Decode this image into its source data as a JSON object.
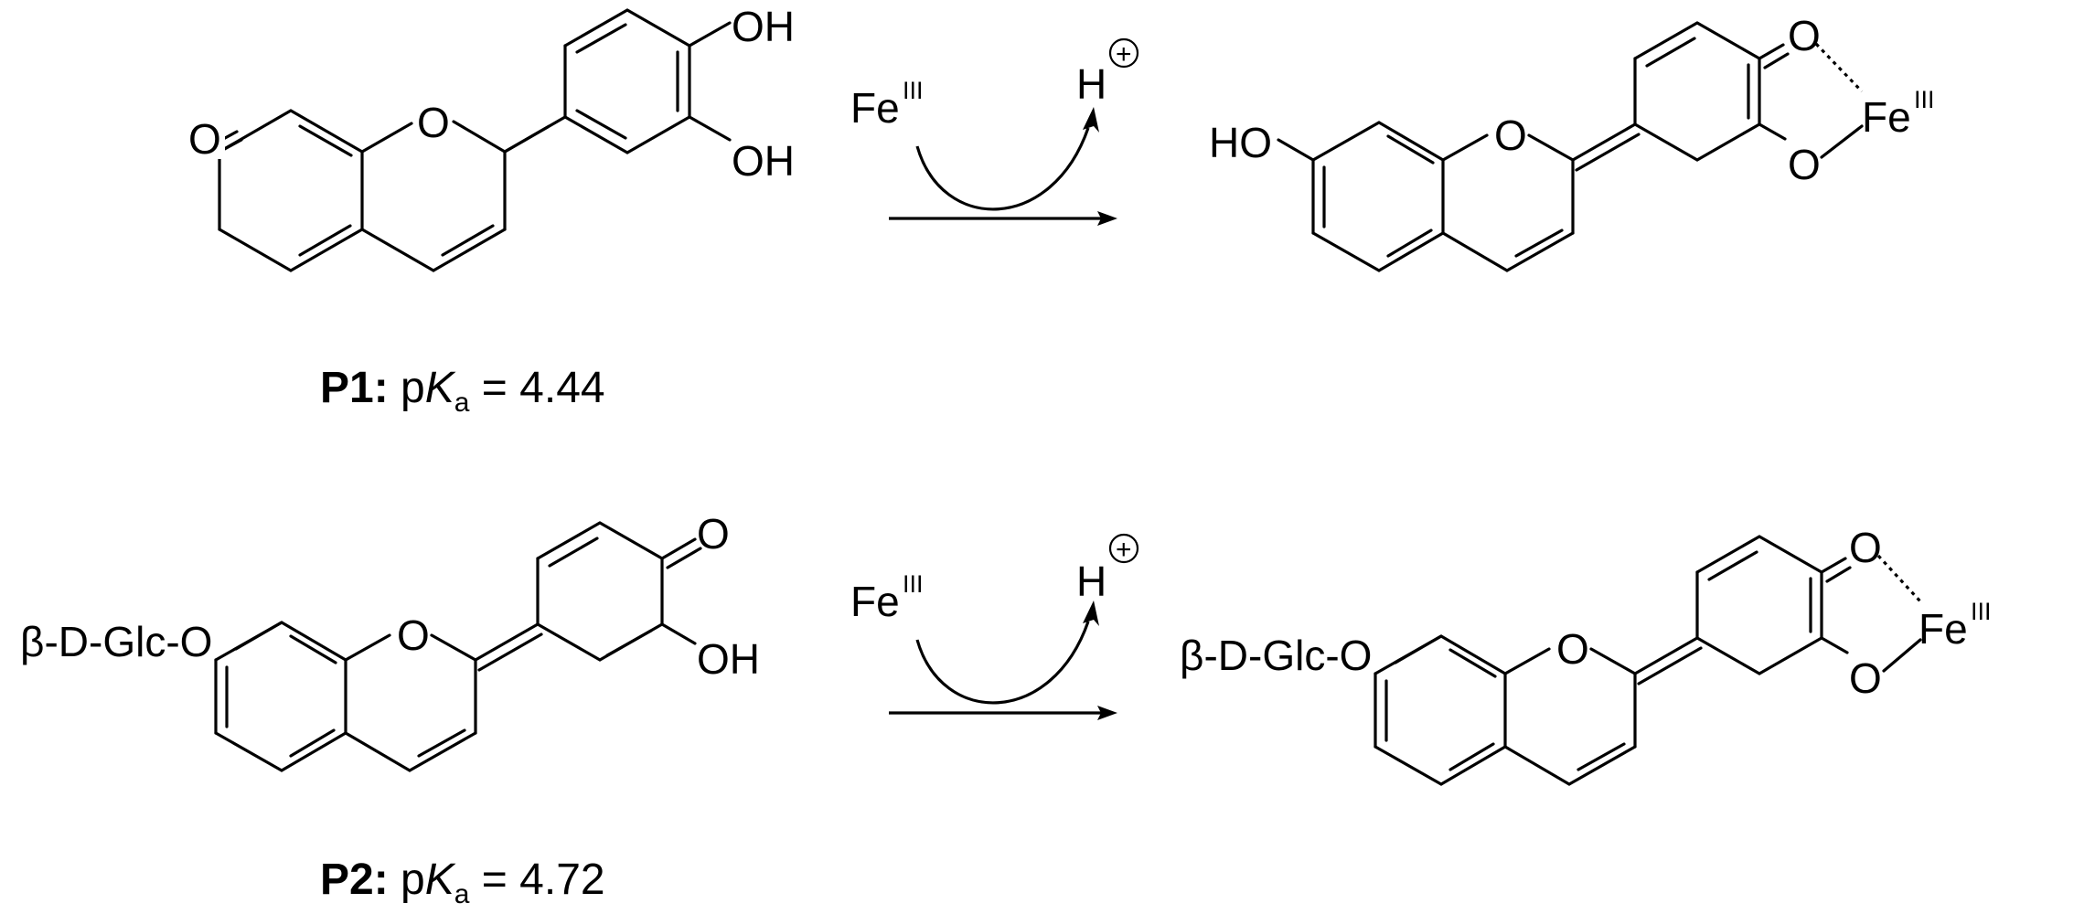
{
  "labels": {
    "O": "O",
    "OH": "OH",
    "HO": "HO",
    "Fe": "Fe",
    "III": "III",
    "H": "H",
    "plus": "+",
    "glc": "β-D-Glc-O"
  },
  "reaction1": {
    "compound_id": "P1:",
    "pka_prefix": "p",
    "pka_k": "K",
    "pka_sub": "a",
    "pka_value": " = 4.44"
  },
  "reaction2": {
    "compound_id": "P2:",
    "pka_prefix": "p",
    "pka_k": "K",
    "pka_sub": "a",
    "pka_value": " = 4.72"
  }
}
